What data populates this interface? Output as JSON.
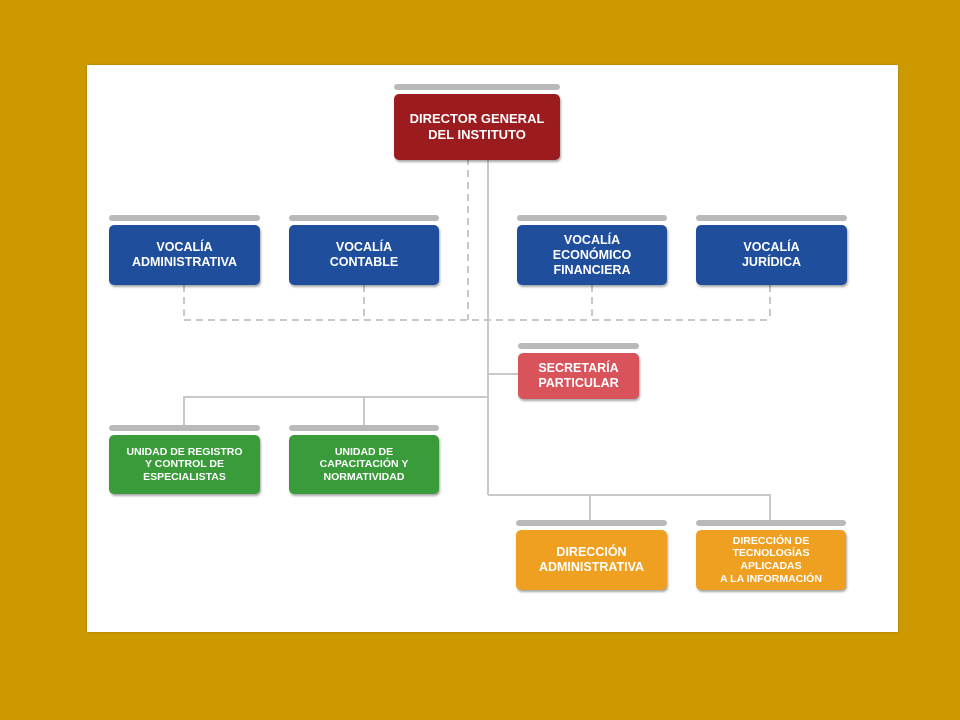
{
  "chart": {
    "director": "DIRECTOR GENERAL\nDEL INSTITUTO",
    "vocalias": [
      "VOCALÍA\nADMINISTRATIVA",
      "VOCALÍA\nCONTABLE",
      "VOCALÍA\nECONÓMICO\nFINANCIERA",
      "VOCALÍA\nJURÍDICA"
    ],
    "secretaria": "SECRETARÍA\nPARTICULAR",
    "unidades": [
      "UNIDAD DE REGISTRO\nY CONTROL DE\nESPECIALISTAS",
      "UNIDAD DE\nCAPACITACIÓN Y\nNORMATIVIDAD"
    ],
    "direcciones": [
      "DIRECCIÓN\nADMINISTRATIVA",
      "DIRECCIÓN DE\nTECNOLOGÍAS APLICADAS\nA LA INFORMACIÓN"
    ]
  },
  "colors": {
    "background": "#CC9900",
    "director": "#9B1B1E",
    "vocalia": "#1F4E9C",
    "secretaria": "#D9535B",
    "unidad": "#3A9B3A",
    "direccion": "#EFA020",
    "connector": "#c8c8c8"
  }
}
